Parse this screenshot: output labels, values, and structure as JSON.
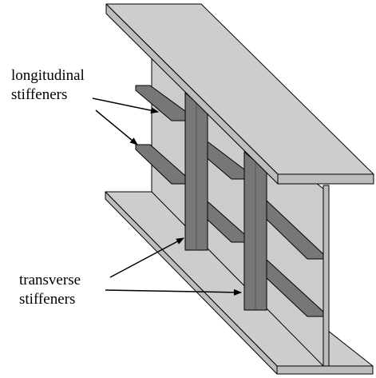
{
  "labels": {
    "longitudinal_line1": "longitudinal",
    "longitudinal_line2": "stiffeners",
    "transverse_line1": "transverse",
    "transverse_line2": "stiffeners"
  },
  "colors": {
    "flange_face": "#cdcdcd",
    "flange_edge": "#bdbdbd",
    "web": "#cccccc",
    "stiffener": "#777777",
    "stiffener_side": "#6a6a6a",
    "outline": "#000000",
    "background": "#ffffff"
  }
}
